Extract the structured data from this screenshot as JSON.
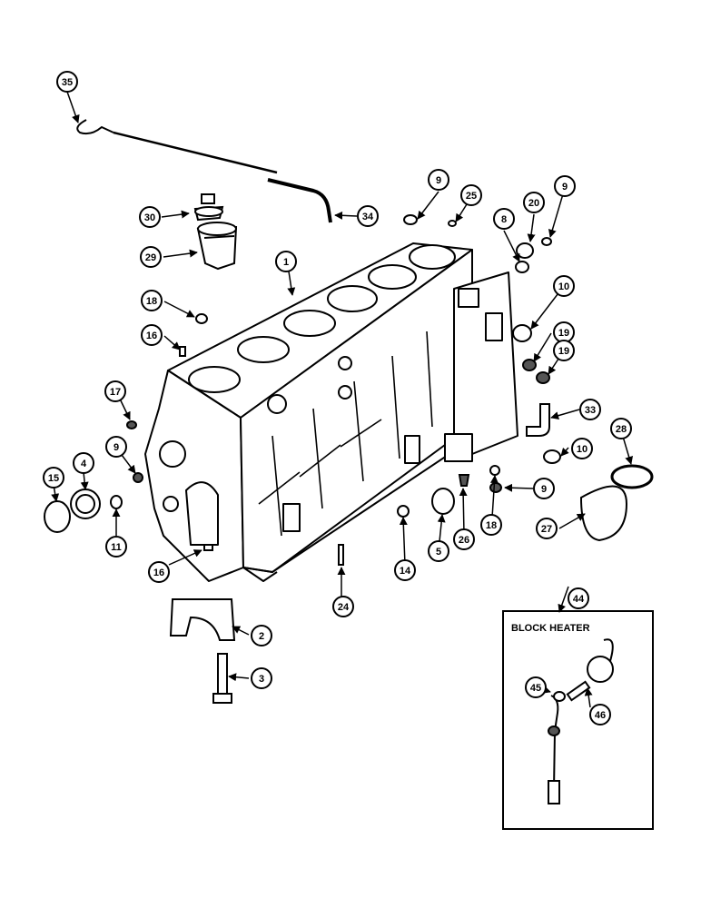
{
  "diagram": {
    "inset_title": "BLOCK HEATER",
    "callouts": [
      {
        "id": "c35",
        "label": "35"
      },
      {
        "id": "c34",
        "label": "34"
      },
      {
        "id": "c30",
        "label": "30"
      },
      {
        "id": "c29",
        "label": "29"
      },
      {
        "id": "c9a",
        "label": "9"
      },
      {
        "id": "c25",
        "label": "25"
      },
      {
        "id": "c8",
        "label": "8"
      },
      {
        "id": "c20",
        "label": "20"
      },
      {
        "id": "c9b",
        "label": "9"
      },
      {
        "id": "c1",
        "label": "1"
      },
      {
        "id": "c18",
        "label": "18"
      },
      {
        "id": "c16a",
        "label": "16"
      },
      {
        "id": "c10a",
        "label": "10"
      },
      {
        "id": "c19a",
        "label": "19"
      },
      {
        "id": "c19b",
        "label": "19"
      },
      {
        "id": "c17",
        "label": "17"
      },
      {
        "id": "c33",
        "label": "33"
      },
      {
        "id": "c9c",
        "label": "9"
      },
      {
        "id": "c28",
        "label": "28"
      },
      {
        "id": "c10b",
        "label": "10"
      },
      {
        "id": "c4",
        "label": "4"
      },
      {
        "id": "c15",
        "label": "15"
      },
      {
        "id": "c9d",
        "label": "9"
      },
      {
        "id": "c11",
        "label": "11"
      },
      {
        "id": "c27",
        "label": "27"
      },
      {
        "id": "c16b",
        "label": "16"
      },
      {
        "id": "c18b",
        "label": "18"
      },
      {
        "id": "c26",
        "label": "26"
      },
      {
        "id": "c5",
        "label": "5"
      },
      {
        "id": "c14",
        "label": "14"
      },
      {
        "id": "c24",
        "label": "24"
      },
      {
        "id": "c2",
        "label": "2"
      },
      {
        "id": "c3",
        "label": "3"
      },
      {
        "id": "c44",
        "label": "44"
      },
      {
        "id": "c45",
        "label": "45"
      },
      {
        "id": "c46",
        "label": "46"
      }
    ]
  }
}
